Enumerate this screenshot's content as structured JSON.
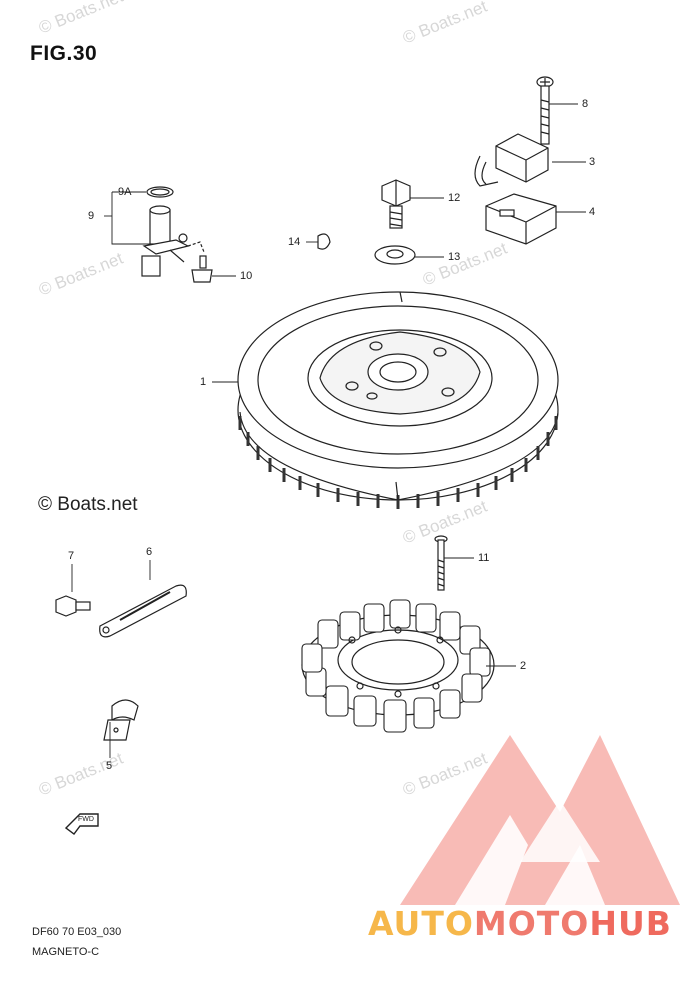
{
  "figure": {
    "title": "FIG.30",
    "code": "DF60 70 E03_030",
    "name": "MAGNETO-C"
  },
  "copyright": "© Boats.net",
  "watermark_text": "© Boats.net",
  "brand": {
    "part1": "AUTO",
    "part2": "MOTO",
    "part3": "HUB",
    "colors": {
      "auto": "#f6b74a",
      "moto": "#ef7a6e",
      "hub": "#ef6a5e",
      "triangle": "#f28c84"
    }
  },
  "fwd_label": "FWD",
  "callouts": {
    "c1": "1",
    "c2": "2",
    "c3": "3",
    "c4": "4",
    "c5": "5",
    "c6": "6",
    "c7": "7",
    "c8": "8",
    "c9": "9",
    "c9a": "9A",
    "c10": "10",
    "c11": "11",
    "c12": "12",
    "c13": "13",
    "c14": "14"
  }
}
